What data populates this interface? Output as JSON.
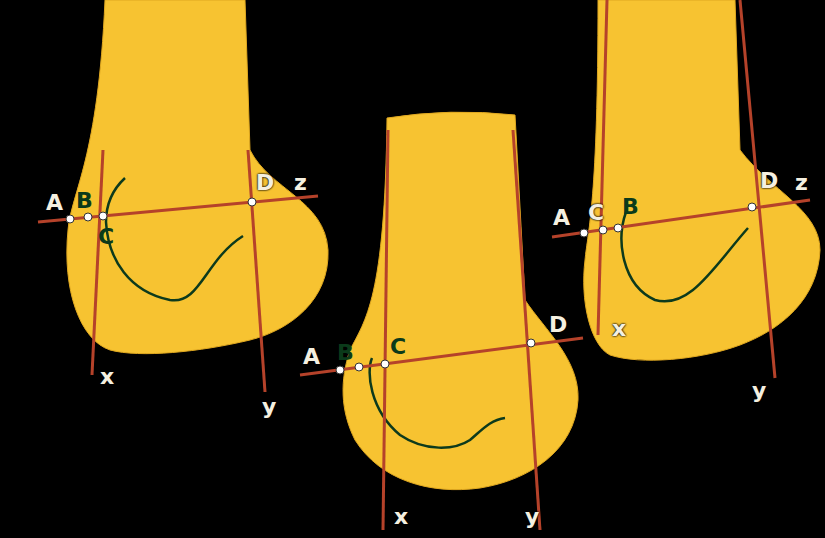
{
  "diagram": {
    "labels": [
      "A",
      "B",
      "C",
      "D",
      "z",
      "x",
      "y",
      "A",
      "B",
      "C",
      "D",
      "x",
      "y",
      "A",
      "C",
      "B",
      "D",
      "z",
      "x",
      "y"
    ]
  }
}
